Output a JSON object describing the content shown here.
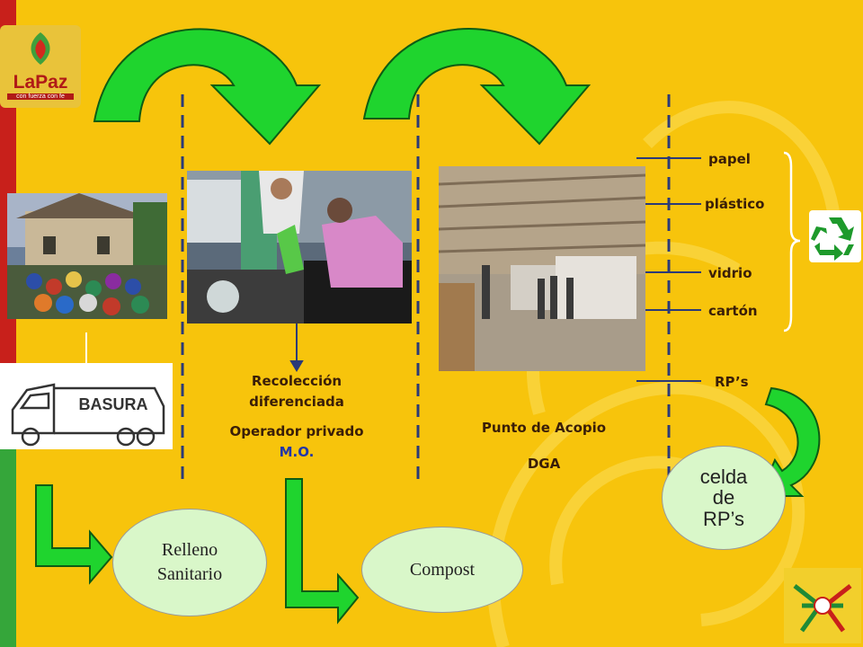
{
  "logo": {
    "title": "LaPaz",
    "subtitle": "con fuerza con fe"
  },
  "truck": {
    "label": "BASURA"
  },
  "collection": {
    "line1": "Recolección",
    "line2": "diferenciada",
    "line3": "Operador privado",
    "line4": "M.O."
  },
  "collection_point": {
    "line1": "Punto de Acopio",
    "line2": "DGA"
  },
  "materials": [
    {
      "label": "papel"
    },
    {
      "label": "plástico"
    },
    {
      "label": "vidrio"
    },
    {
      "label": "cartón"
    }
  ],
  "rps": {
    "label": "RP’s"
  },
  "destinations": {
    "landfill": {
      "line1": "Relleno",
      "line2": "Sanitario"
    },
    "compost": {
      "label": "Compost"
    },
    "cell": {
      "line1": "celda",
      "line2": "de",
      "line3": "RP’s"
    }
  },
  "colors": {
    "background": "#f7c40c",
    "red_stripe": "#c8201b",
    "green_stripe": "#35a63a",
    "arrow_green": "#1fd42e",
    "node_fill": "#d9f7c9",
    "dashed_line": "#2b3a78",
    "label_brown": "#3a1e08",
    "label_blue": "#2236a8"
  },
  "icons": [
    "recycle-icon",
    "truck-icon",
    "logo-emblem-icon"
  ]
}
